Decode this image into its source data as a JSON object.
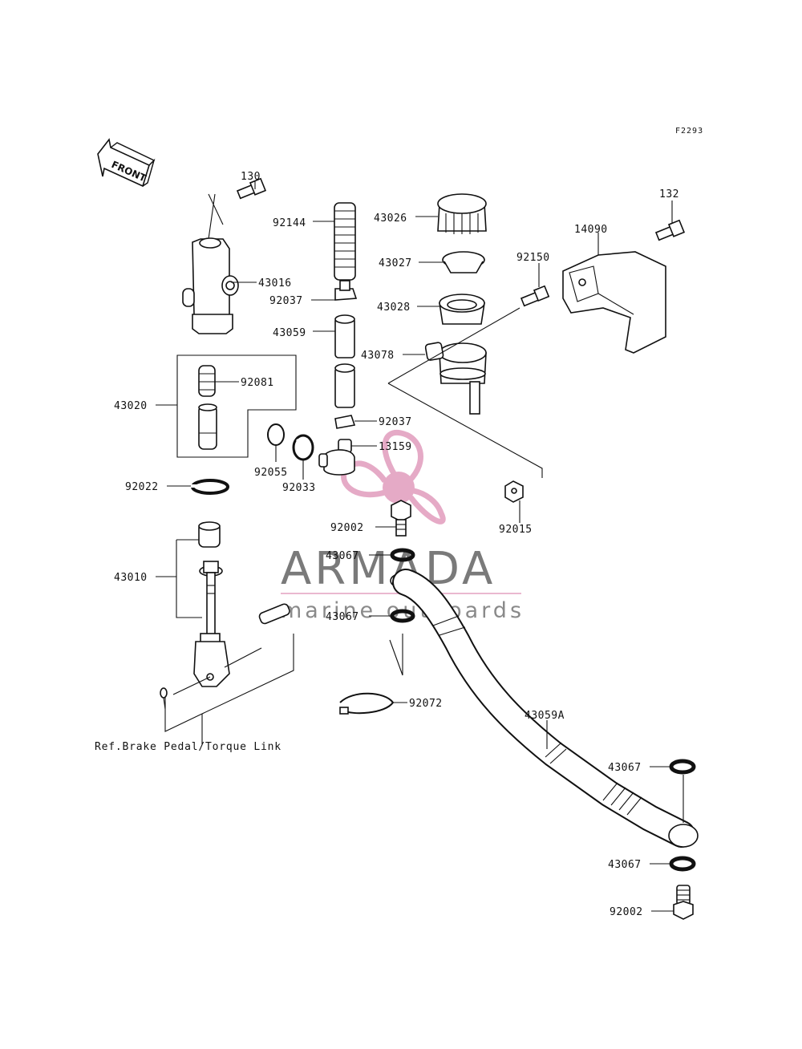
{
  "figure_code": "F2293",
  "front_label": "FRONT",
  "ref_text": "Ref.Brake Pedal/Torque Link",
  "watermark": {
    "brand": "ARMADA",
    "tagline": "marine outboards",
    "logo": "propeller-logo",
    "color": "#e3a1c0"
  },
  "parts": [
    {
      "id": "p130",
      "number": "130"
    },
    {
      "id": "p43016",
      "number": "43016"
    },
    {
      "id": "p92144",
      "number": "92144"
    },
    {
      "id": "p92037a",
      "number": "92037"
    },
    {
      "id": "p43059",
      "number": "43059"
    },
    {
      "id": "p43026",
      "number": "43026"
    },
    {
      "id": "p43027",
      "number": "43027"
    },
    {
      "id": "p43028",
      "number": "43028"
    },
    {
      "id": "p43078",
      "number": "43078"
    },
    {
      "id": "p92150",
      "number": "92150"
    },
    {
      "id": "p132",
      "number": "132"
    },
    {
      "id": "p14090",
      "number": "14090"
    },
    {
      "id": "p43020",
      "number": "43020"
    },
    {
      "id": "p92081",
      "number": "92081"
    },
    {
      "id": "p92037b",
      "number": "92037"
    },
    {
      "id": "p13159",
      "number": "13159"
    },
    {
      "id": "p92055",
      "number": "92055"
    },
    {
      "id": "p92033",
      "number": "92033"
    },
    {
      "id": "p92022",
      "number": "92022"
    },
    {
      "id": "p92015",
      "number": "92015"
    },
    {
      "id": "p92002a",
      "number": "92002"
    },
    {
      "id": "p43067a",
      "number": "43067"
    },
    {
      "id": "p43067b",
      "number": "43067"
    },
    {
      "id": "p43010",
      "number": "43010"
    },
    {
      "id": "p92072",
      "number": "92072"
    },
    {
      "id": "p43059A",
      "number": "43059A"
    },
    {
      "id": "p43067c",
      "number": "43067"
    },
    {
      "id": "p43067d",
      "number": "43067"
    },
    {
      "id": "p92002b",
      "number": "92002"
    }
  ]
}
